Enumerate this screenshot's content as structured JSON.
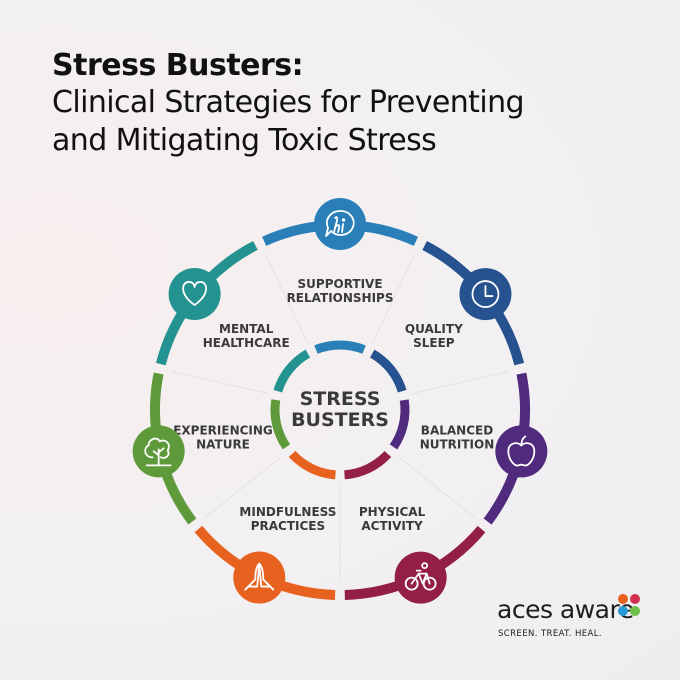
{
  "title": {
    "bold": "Stress Busters:",
    "line2": "Clinical Strategies for Preventing",
    "line3": "and Mitigating Toxic Stress"
  },
  "center": {
    "line1": "STRESS",
    "line2": "BUSTERS"
  },
  "strategies": [
    {
      "line1": "SUPPORTIVE",
      "line2": "RELATIONSHIPS",
      "icon": "speech-bubble-hi-icon",
      "color": "#2a7fb8"
    },
    {
      "line1": "QUALITY",
      "line2": "SLEEP",
      "icon": "clock-icon",
      "color": "#26528f"
    },
    {
      "line1": "BALANCED",
      "line2": "NUTRITION",
      "icon": "apple-icon",
      "color": "#4f2a7d"
    },
    {
      "line1": "PHYSICAL",
      "line2": "ACTIVITY",
      "icon": "bicycle-icon",
      "color": "#931e47"
    },
    {
      "line1": "MINDFULNESS",
      "line2": "PRACTICES",
      "icon": "praying-hands-icon",
      "color": "#e8621f"
    },
    {
      "line1": "EXPERIENCING",
      "line2": "NATURE",
      "icon": "tree-icon",
      "color": "#5e9a3a"
    },
    {
      "line1": "MENTAL",
      "line2": "HEALTHCARE",
      "icon": "heart-icon",
      "color": "#239290"
    }
  ],
  "logo": {
    "word": "aces aware",
    "tagline": "SCREEN. TREAT. HEAL.",
    "dot_colors": [
      "#e8621f",
      "#d1304f",
      "#2a9ad6",
      "#6cc04a"
    ]
  }
}
